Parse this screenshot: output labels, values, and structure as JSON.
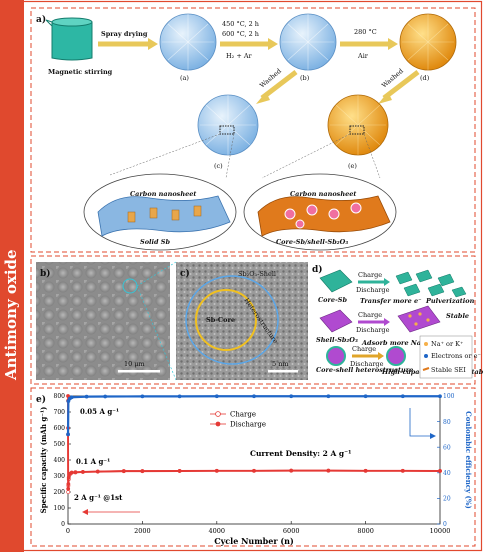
{
  "colors": {
    "accent_red": "#e0492e",
    "blue_sphere": "#a9cdee",
    "orange_sphere": "#f0a32a",
    "sheet_orange": "#e07a1c",
    "sheet_blue": "#8ab7e2",
    "series_charge": "#e53935",
    "series_ce": "#1f66c7",
    "green": "#2fb39a",
    "purple": "#b04ad0",
    "tem_shell": "#5aa6e8",
    "tem_core": "#f0c020"
  },
  "side_title": "Antimony oxide",
  "panel_a": {
    "letter": "a)",
    "magnetic": "Magnetic stirring",
    "spray": "Spray drying",
    "cond1_a": "450 °C, 2 h",
    "cond1_b": "600 °C, 2 h",
    "gas1": "H₂ + Ar",
    "cond2": "280 °C",
    "gas2": "Air",
    "washed1": "Washed",
    "washed2": "Washed",
    "tag_a": "(a)",
    "tag_b": "(b)",
    "tag_c": "(c)",
    "tag_d": "(d)",
    "tag_e": "(e)",
    "sheet1_title": "Carbon nanosheet",
    "sheet1_sub": "Solid Sb",
    "sheet2_title": "Carbon nanosheet",
    "sheet2_sub": "Core-Sb/shell-Sb₂O₃"
  },
  "panel_b": {
    "letter": "b)",
    "scale": "10 μm"
  },
  "panel_c": {
    "letter": "c)",
    "shell": "Sb₂O₃-Shell",
    "hetero": "Heterostructure",
    "core": "Sb-Core",
    "scale": "5 nm"
  },
  "panel_d": {
    "letter": "d)",
    "core_sb": "Core-Sb",
    "charge1": "Charge",
    "discharge1": "Discharge",
    "transfer": "Transfer more e⁻",
    "pulverization": "Pulverization",
    "shell_sb": "Shell-Sb₂O₃",
    "charge2": "Charge",
    "discharge2": "Discharge",
    "adsorb": "Adsorb more Na⁺/K⁺",
    "stable1": "Stable",
    "core_shell": "Core-shell heterostructure",
    "charge3": "Charge",
    "discharge3": "Discharge",
    "high_cap": "High-capacity/rate and stable",
    "legend_1": "Na⁺ or K⁺",
    "legend_2": "Electrons or e⁻",
    "legend_3": "Stable SEI"
  },
  "panel_e": {
    "letter": "e)",
    "legend_charge": "Charge",
    "legend_discharge": "Discharge",
    "annotation_density": "Current Density: 2 A g⁻¹",
    "rate1": "0.05 A g⁻¹",
    "rate2": "0.1 A g⁻¹",
    "rate3": "2 A g⁻¹ @1st"
  },
  "chart_data": {
    "type": "scatter",
    "xlabel": "Cycle Number (n)",
    "ylabel": "Specific capacity (mAh g⁻¹)",
    "y2label": "Coulombic efficiency (%)",
    "xlim": [
      0,
      10000
    ],
    "ylim": [
      0,
      800
    ],
    "y2lim": [
      0,
      100
    ],
    "xticks": [
      0,
      2000,
      4000,
      6000,
      8000,
      10000
    ],
    "yticks": [
      0,
      100,
      200,
      300,
      400,
      500,
      600,
      700,
      800
    ],
    "y2ticks": [
      0,
      20,
      40,
      60,
      80,
      100
    ],
    "series": [
      {
        "name": "Charge",
        "axis": "left",
        "x": [
          1,
          2,
          5,
          10,
          20,
          50,
          100,
          200,
          400,
          800,
          1500,
          2000,
          3000,
          4000,
          5000,
          6000,
          7000,
          8000,
          9000,
          10000
        ],
        "values": [
          770,
          560,
          200,
          240,
          280,
          310,
          320,
          322,
          325,
          327,
          330,
          330,
          331,
          332,
          332,
          333,
          333,
          332,
          332,
          331
        ]
      },
      {
        "name": "Discharge",
        "axis": "left",
        "x": [
          1,
          2,
          5,
          10,
          20,
          50,
          100,
          200,
          400,
          800,
          1500,
          2000,
          3000,
          4000,
          5000,
          6000,
          7000,
          8000,
          9000,
          10000
        ],
        "values": [
          800,
          600,
          220,
          250,
          290,
          315,
          322,
          324,
          326,
          328,
          331,
          331,
          332,
          333,
          333,
          334,
          334,
          333,
          333,
          332
        ]
      },
      {
        "name": "Coulombic efficiency",
        "axis": "right",
        "x": [
          1,
          10,
          50,
          100,
          500,
          1000,
          2000,
          3000,
          4000,
          5000,
          6000,
          7000,
          8000,
          9000,
          10000
        ],
        "values": [
          70,
          96,
          98,
          99,
          99.5,
          99.6,
          99.7,
          99.7,
          99.8,
          99.8,
          99.8,
          99.8,
          99.8,
          99.8,
          99.8
        ]
      }
    ]
  }
}
